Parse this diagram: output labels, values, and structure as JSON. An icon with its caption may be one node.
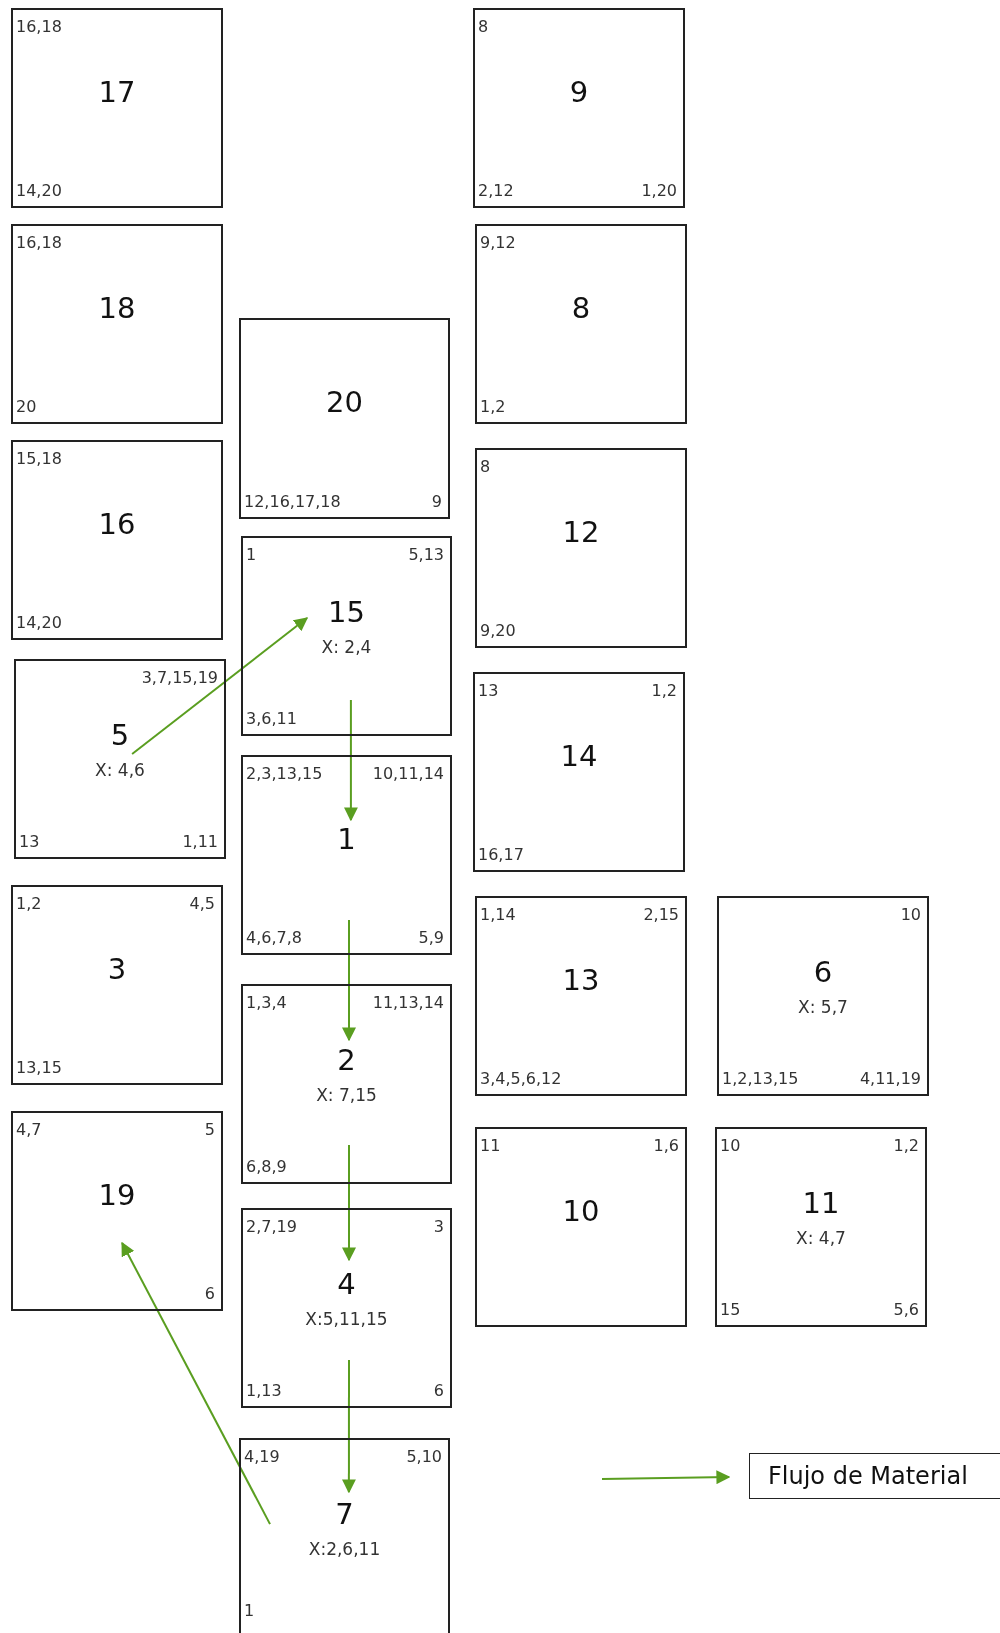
{
  "diagram": {
    "nodes": [
      {
        "text": [
          "16,18",
          "17",
          "14,20"
        ]
      },
      {
        "text": [
          "8",
          "9",
          "2,12",
          "1,20"
        ]
      },
      {
        "text": [
          "16,18",
          "18",
          "20"
        ]
      },
      {
        "text": [
          "9,12",
          "8",
          "1,2"
        ]
      },
      {
        "text": [
          "20",
          "12,16,17,18",
          "9"
        ]
      },
      {
        "text": [
          "15,18",
          "16",
          "14,20"
        ]
      },
      {
        "text": [
          "8",
          "12",
          "9,20"
        ]
      },
      {
        "text": [
          "1",
          "5,13",
          "15",
          "X: 2,4",
          "3,6,11"
        ]
      },
      {
        "text": [
          "3,7,15,19",
          "5",
          "X: 4,6",
          "13",
          "1,11"
        ]
      },
      {
        "text": [
          "13",
          "1,2",
          "14",
          "16,17"
        ]
      },
      {
        "text": [
          "2,3,13,15",
          "10,11,14",
          "1",
          "4,6,7,8",
          "5,9"
        ]
      },
      {
        "text": [
          "1,2",
          "4,5",
          "3",
          "13,15"
        ]
      },
      {
        "text": [
          "1,14",
          "2,15",
          "13",
          "3,4,5,6,12"
        ]
      },
      {
        "text": [
          "10",
          "6",
          "X: 5,7",
          "1,2,13,15",
          "4,11,19"
        ]
      },
      {
        "text": [
          "1,3,4",
          "11,13,14",
          "2",
          "X: 7,15",
          "6,8,9"
        ]
      },
      {
        "text": [
          "4,7",
          "5",
          "19",
          "6"
        ]
      },
      {
        "text": [
          "11",
          "1,6",
          "10"
        ]
      },
      {
        "text": [
          "10",
          "1,2",
          "11",
          "X: 4,7",
          "15",
          "5,6"
        ]
      },
      {
        "text": [
          "2,7,19",
          "3",
          "4",
          "X:5,11,15",
          "1,13",
          "6"
        ]
      },
      {
        "text": [
          "4,19",
          "5,10",
          "7",
          "X:2,6,11",
          "1"
        ]
      }
    ],
    "edges": [
      {
        "from": 8,
        "to": 7,
        "arrow": "to"
      },
      {
        "from": 7,
        "to": 10,
        "arrow": "to"
      },
      {
        "from": 10,
        "to": 14,
        "arrow": "to"
      },
      {
        "from": 14,
        "to": 18,
        "arrow": "to"
      },
      {
        "from": 18,
        "to": 19,
        "arrow": "to"
      },
      {
        "from": 19,
        "to": 15,
        "arrow": "to"
      }
    ],
    "legend": [
      {
        "text": "Flujo de Material"
      }
    ]
  }
}
